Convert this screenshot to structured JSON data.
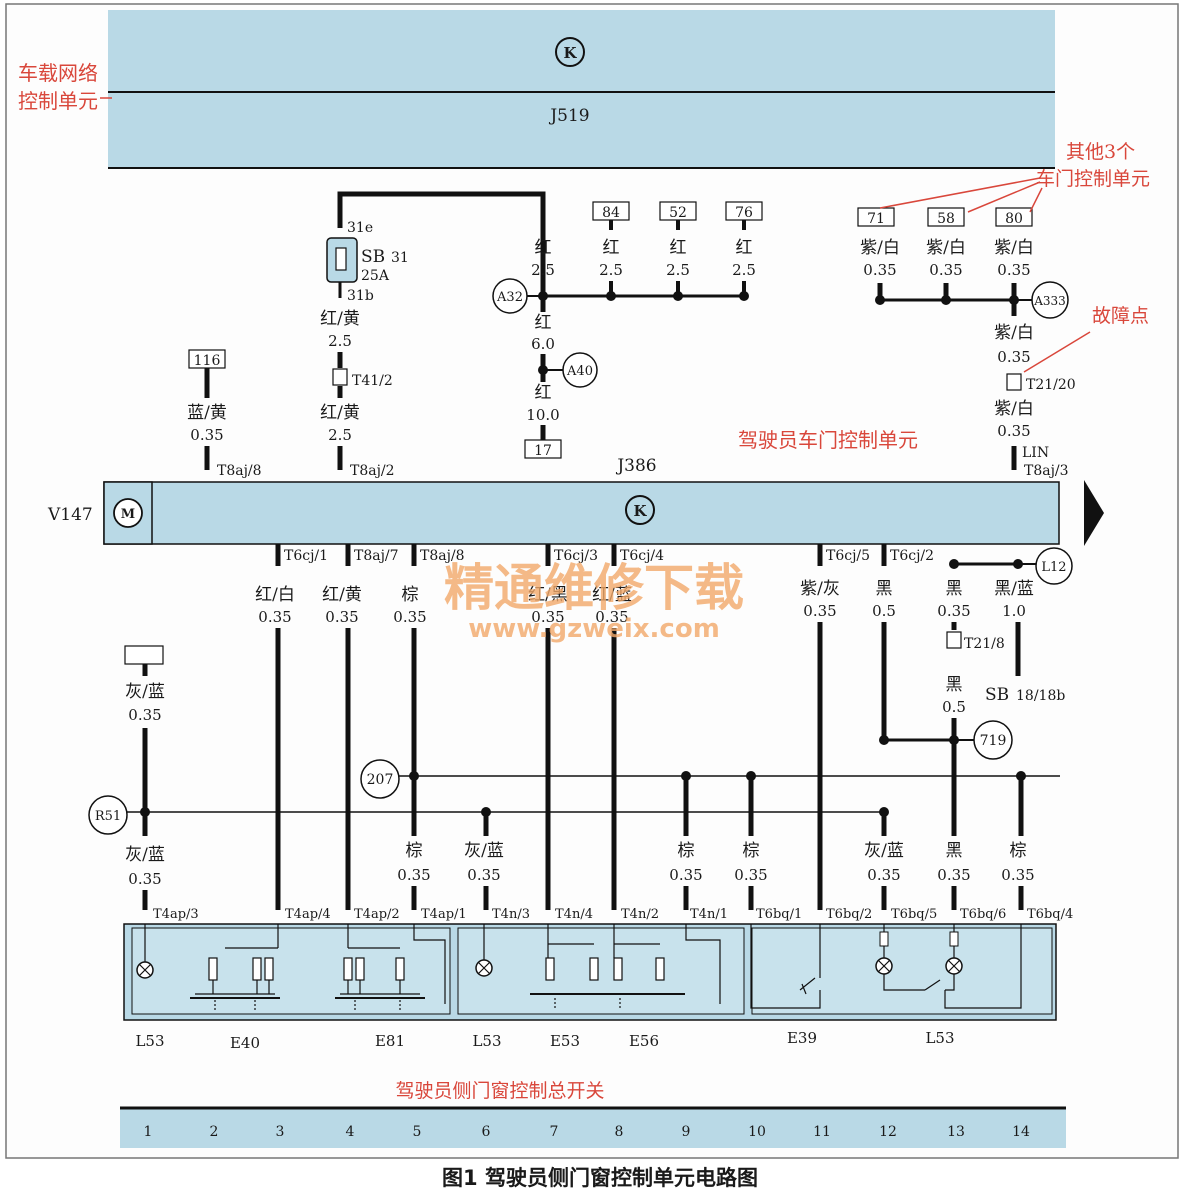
{
  "labels": {
    "network_unit": [
      "车载网络",
      "控制单元"
    ],
    "j519": "J519",
    "j386": "J386",
    "k_symbol": "K",
    "v147": "V147",
    "other_doors": [
      "其他3个",
      "车门控制单元"
    ],
    "fault_point": "故障点",
    "driver_door_unit": "驾驶员车门控制单元",
    "master_switch": "驾驶员侧门窗控制总开关",
    "figure_caption": "图1 驾驶员侧门窗控制单元电路图",
    "watermark_cn": "精通维修下载",
    "watermark_url": "www.gzweix.com",
    "fuse_sb": "SB",
    "fuse_sb_num": "31",
    "fuse_amp": "25A",
    "fuse_in": "31e",
    "fuse_out": "31b",
    "lin": "LIN",
    "sb18": "SB",
    "sb18_num": "18/18b"
  },
  "boxes": {
    "b116": "116",
    "b84": "84",
    "b52": "52",
    "b76": "76",
    "b71": "71",
    "b58": "58",
    "b80": "80",
    "b17": "17"
  },
  "nodes": {
    "a32": "A32",
    "a40": "A40",
    "a333": "A333",
    "l12": "L12",
    "n719": "719",
    "n207": "207",
    "r51": "R51"
  },
  "top_wires": {
    "hong": "红",
    "s25": "2.5",
    "s60": "6.0",
    "s100": "10.0",
    "hong_huang": "红/黄",
    "zi_bai": "紫/白",
    "s035": "0.35",
    "lan_huang": "蓝/黄",
    "t41_2": "T41/2",
    "t21_20": "T21/20"
  },
  "top_pins": {
    "t8aj_8": "T8aj/8",
    "t8aj_2": "T8aj/2",
    "t8aj_3": "T8aj/3"
  },
  "bottom_pins": {
    "t6cj_1": "T6cj/1",
    "t8aj_7": "T8aj/7",
    "t8aj_8b": "T8aj/8",
    "t6cj_3": "T6cj/3",
    "t6cj_4": "T6cj/4",
    "t6cj_5": "T6cj/5",
    "t6cj_2": "T6cj/2"
  },
  "mid_wires": {
    "hong_bai": "红/白",
    "hong_huang": "红/黄",
    "zong": "棕",
    "hong_hei": "红/黑",
    "hong_lan": "红/蓝",
    "zi_hui": "紫/灰",
    "hei": "黑",
    "hei_lan": "黑/蓝",
    "hui_lan": "灰/蓝",
    "s035": "0.35",
    "s05": "0.5",
    "s10": "1.0",
    "t21_8": "T21/8"
  },
  "switch_pins": {
    "t4ap_3": "T4ap/3",
    "t4ap_4": "T4ap/4",
    "t4ap_2": "T4ap/2",
    "t4ap_1": "T4ap/1",
    "t4n_3": "T4n/3",
    "t4n_4": "T4n/4",
    "t4n_2": "T4n/2",
    "t4n_1": "T4n/1",
    "t6bq_1": "T6bq/1",
    "t6bq_2": "T6bq/2",
    "t6bq_5": "T6bq/5",
    "t6bq_6": "T6bq/6",
    "t6bq_4": "T6bq/4"
  },
  "components": {
    "l53_a": "L53",
    "e40": "E40",
    "e81": "E81",
    "l53_b": "L53",
    "e53": "E53",
    "e56": "E56",
    "e39": "E39",
    "l53_c": "L53"
  },
  "columns": [
    "1",
    "2",
    "3",
    "4",
    "5",
    "6",
    "7",
    "8",
    "9",
    "10",
    "11",
    "12",
    "13",
    "14"
  ],
  "colors": {
    "panel": "#b9d9e6",
    "line": "#111111",
    "annotation": "#d9473b",
    "watermark": "#f2a96a"
  }
}
